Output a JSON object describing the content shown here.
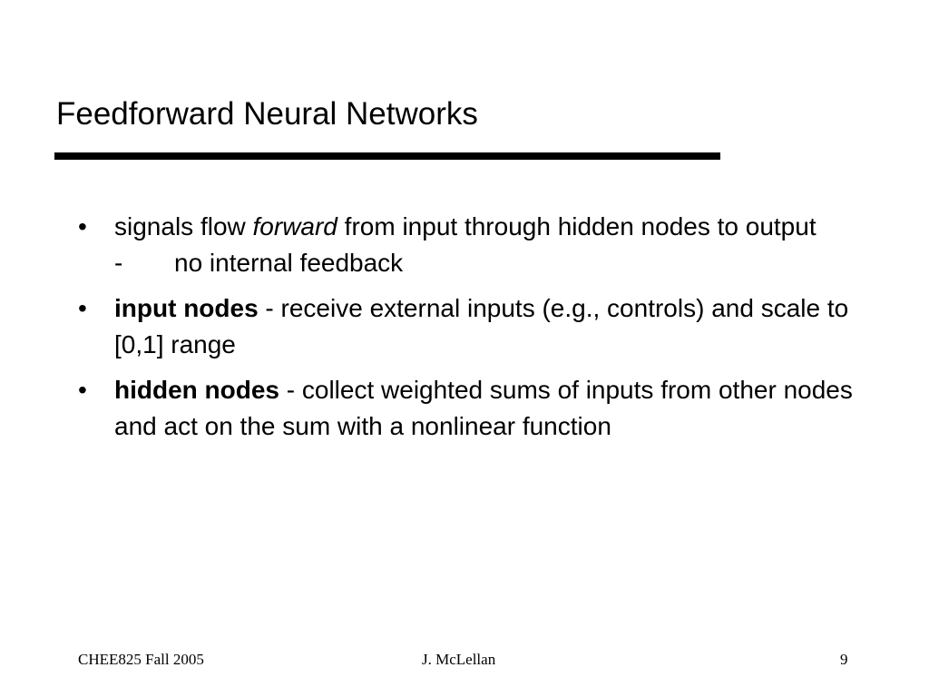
{
  "slide": {
    "title": "Feedforward Neural Networks",
    "bullets": [
      {
        "marker": "•",
        "pre": "signals flow ",
        "italic": "forward",
        "post": " from input through hidden nodes to output",
        "sub_dash": "-",
        "sub_text": "no internal feedback"
      },
      {
        "marker": "•",
        "bold": "input nodes",
        "text": " - receive external inputs (e.g., controls) and scale to [0,1] range"
      },
      {
        "marker": "•",
        "bold": "hidden nodes",
        "text": " - collect weighted sums of inputs from other nodes and act on the sum with a nonlinear function"
      }
    ],
    "footer": {
      "left": "CHEE825 Fall 2005",
      "center": "J. McLellan",
      "right": "9"
    }
  }
}
